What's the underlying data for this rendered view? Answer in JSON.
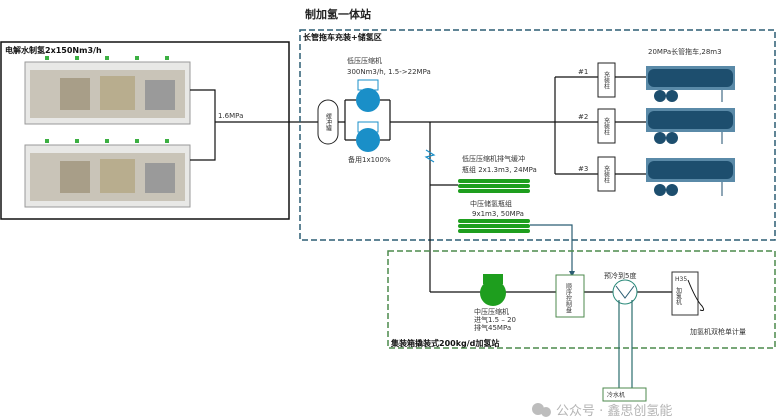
{
  "title": "制加氢一体站",
  "electrolysis": {
    "label": "电解水制氢2x150Nm3/h",
    "pressure": "1.6MPa"
  },
  "storage_zone": {
    "label": "长管拖车充装+储氢区",
    "buffer_tank": "缓冲罐",
    "lp_compressor": {
      "name": "低压压缩机",
      "spec": "300Nm3/h, 1.5->22MPa",
      "backup": "备用1x100%"
    },
    "buffer_bottles": {
      "line1": "低压压缩机排气缓冲",
      "line2": "瓶组 2x1.3m3, 24MPa"
    },
    "mp_storage": {
      "line1": "中压储氢瓶组",
      "line2": "9x1m3, 50MPa"
    },
    "trailer_label": "20MPa长管拖车,28m3",
    "filling_posts": [
      {
        "num": "#1",
        "label": "充装柱"
      },
      {
        "num": "#2",
        "label": "充装柱"
      },
      {
        "num": "#3",
        "label": "充装柱"
      }
    ]
  },
  "station_zone": {
    "label": "集装箱撬装式200kg/d加氢站",
    "mp_compressor": {
      "name": "中压压缩机",
      "inlet": "进气1.5 – 20",
      "outlet": "排气45MPa"
    },
    "control_panel": "顺序控制盘",
    "precool": "预冷到5度",
    "dispenser": {
      "line1": "H35",
      "line2": "加氢机"
    },
    "dispenser_note": "加氢机双枪单计量",
    "chiller": "冷水机"
  },
  "watermark": "公众号 · 鑫思创氢能",
  "colors": {
    "blue": "#1a8fc8",
    "green": "#1e9e1e",
    "navy": "#1d4e6e",
    "zone_blue": "#2b5d73",
    "zone_green": "#4c8a4c"
  }
}
